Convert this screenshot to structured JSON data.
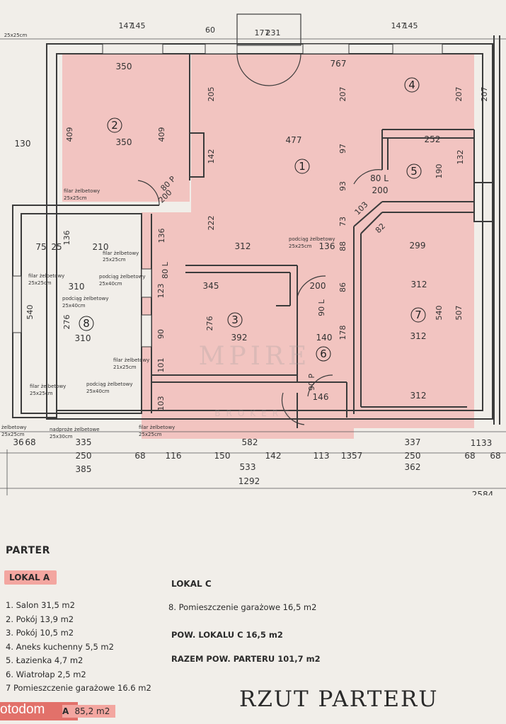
{
  "plan": {
    "rooms": [
      {
        "num": "1",
        "label": "room-salon"
      },
      {
        "num": "2",
        "label": "room-pokoj-2"
      },
      {
        "num": "3",
        "label": "room-pokoj-3"
      },
      {
        "num": "4",
        "label": "room-aneks"
      },
      {
        "num": "5",
        "label": "room-lazienka"
      },
      {
        "num": "6",
        "label": "room-wiatrolap"
      },
      {
        "num": "7",
        "label": "room-garaz-a"
      },
      {
        "num": "8",
        "label": "room-garaz-c"
      }
    ],
    "dimensions": {
      "top_147a": "147",
      "top_145a": "145",
      "top_60": "60",
      "top_177": "177",
      "top_231": "231",
      "top_147b": "147",
      "top_145b": "145",
      "top_25x25": "25x25cm",
      "r2_350": "350",
      "r2_350b": "350",
      "r2_409": "409",
      "r2_409b": "409",
      "left_130": "130",
      "r1_205": "205",
      "r1_477": "477",
      "r1_142": "142",
      "r1_222": "222",
      "r1_312": "312",
      "r1_136": "136",
      "r4_767": "767",
      "r4_207a": "207",
      "r4_207b": "207",
      "r4_207c": "207",
      "r4_252": "252",
      "r5_190": "190",
      "r5_132": "132",
      "r5_97": "97",
      "r5_93": "93",
      "r5_80L": "80 L",
      "r5_200": "200",
      "r5_103": "103",
      "r8_75": "75",
      "r8_25": "25",
      "r8_136": "136",
      "r8_210": "210",
      "r8_540": "540",
      "r8_310a": "310",
      "r8_310b": "310",
      "r8_276": "276",
      "r3_345": "345",
      "r3_276": "276",
      "r3_392": "392",
      "r3_123": "123",
      "r3_90": "90",
      "r3_101": "101",
      "r3_103": "103",
      "r6_200": "200",
      "r6_140": "140",
      "r6_146": "146",
      "r6_178": "178",
      "r6_86": "86",
      "r6_88": "88",
      "r6_73": "73",
      "r7_299": "299",
      "r7_312a": "312",
      "r7_312b": "312",
      "r7_312c": "312",
      "r7_540": "540",
      "r7_507": "507",
      "r7_82": "82",
      "bot_335": "335",
      "bot_250": "250",
      "bot_385": "385",
      "bot_68a": "68",
      "bot_116": "116",
      "bot_150": "150",
      "bot_582": "582",
      "bot_142": "142",
      "bot_113": "113",
      "bot_1357": "1357",
      "bot_533": "533",
      "bot_1292": "1292",
      "bot_337": "337",
      "bot_250b": "250",
      "bot_362": "362",
      "bot_68b": "68",
      "bot_68c": "68",
      "bot_2584": "2584",
      "bot_36": "36",
      "bot_68d": "68",
      "bot_1133": "1133",
      "door_80p": "80 P",
      "door_200": "200",
      "door_90l": "90 L",
      "door_80l2": "80 L",
      "door_90p": "90 P"
    },
    "notes": {
      "filar_a": "filar żelbetowy",
      "filar_a_size": "25x25cm",
      "filar_b": "filar żelbetowy",
      "filar_b_size": "25x25cm",
      "filar_c": "filar żelbetowy",
      "filar_c_size": "25x25cm",
      "podciag_a": "podciąg żelbetowy",
      "podciag_a_size": "25x40cm",
      "podciag_b": "podciąg żelbetowy",
      "podciag_b_size": "25x40cm",
      "podciag_c": "podciąg żelbetowy",
      "podciag_c_size": "25x25cm",
      "podciag_d": "podciąg żelbetowy",
      "podciag_d_size": "25x40cm",
      "filar_d": "filar żelbetowy",
      "filar_d_size": "21x25cm",
      "filar_e": "filar żelbetowy",
      "filar_e_size": "25x25cm",
      "filar_f": "filar żelbetowy",
      "filar_f_size": "25x25cm",
      "nadproze": "nadproże żelbetowe",
      "nadproze_size": "25x30cm",
      "filar_g": "żelbetowy",
      "filar_g_size": "25x25cm"
    },
    "watermark": {
      "brand": "MPIRE",
      "sub": "BROKERS"
    }
  },
  "legend": {
    "parter": "PARTER",
    "lokal_a_title": "LOKAL A",
    "lokal_a_items": [
      "1. Salon 31,5 m2",
      "2. Pokój 13,9 m2",
      "3. Pokój 10,5 m2",
      "4. Aneks kuchenny 5,5 m2",
      "5. Łazienka 4,7 m2",
      "6. Wiatrołap 2,5 m2",
      "7  Pomieszczenie garażowe 16.6 m2"
    ],
    "lokal_a_total_label": "A",
    "lokal_a_total_value": "85,2 m2",
    "lokal_c_title": "LOKAL C",
    "lokal_c_items": [
      "8. Pomieszczenie garażowe 16,5 m2"
    ],
    "pow_lokalu_c": "POW. LOKALU C 16,5 m2",
    "razem": "RAZEM POW. PARTERU 101,7 m2",
    "title": "RZUT PARTERU",
    "logo": "otodom"
  },
  "colors": {
    "highlight": "#f3a6a0",
    "paper": "#f1eee9",
    "wall": "#3a3a3a"
  }
}
